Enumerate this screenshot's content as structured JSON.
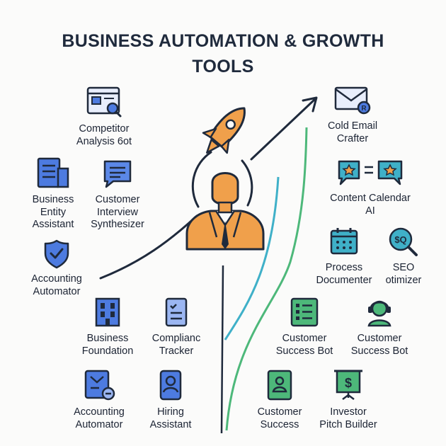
{
  "title": {
    "line1": "BUSINESS AUTOMATION & GROWTH",
    "line2": "TOOLS"
  },
  "colors": {
    "navy": "#1f2a3c",
    "blue": "#4d7be0",
    "orange": "#f0a04b",
    "green": "#4db87a",
    "teal": "#3fb0c8"
  },
  "tools": {
    "competitor": {
      "icon": "browser-search-icon",
      "l1": "Competitor",
      "l2": "Analysis 6ot"
    },
    "entity": {
      "icon": "building-document-icon",
      "l1": "Business",
      "l2": "Entity",
      "l3": "Assistant"
    },
    "interview": {
      "icon": "chat-bubble-icon",
      "l1": "Customer",
      "l2": "Interview",
      "l3": "Synthesizer"
    },
    "accounting1": {
      "icon": "shield-check-icon",
      "l1": "Accounting",
      "l2": "Automator"
    },
    "foundation": {
      "icon": "building-icon",
      "l1": "Business",
      "l2": "Foundation"
    },
    "compliance": {
      "icon": "checklist-document-icon",
      "l1": "Complianc",
      "l2": "Tracker"
    },
    "accounting2": {
      "icon": "checklist-minus-icon",
      "l1": "Accounting",
      "l2": "Automator"
    },
    "hiring": {
      "icon": "id-badge-icon",
      "l1": "Hiring",
      "l2": "Assistant"
    },
    "coldemail": {
      "icon": "envelope-icon",
      "l1": "Cold Email",
      "l2": "Crafter"
    },
    "calendar_ai": {
      "icon": "star-chat-bubbles-icon",
      "l1": "Content Calendar",
      "l2": "AI"
    },
    "process": {
      "icon": "calendar-icon",
      "l1": "Process",
      "l2": "Documenter"
    },
    "seo": {
      "icon": "magnifier-dollar-icon",
      "l1": "SEO",
      "l2": "otimizer"
    },
    "successbot1": {
      "icon": "checklist-board-icon",
      "l1": "Customer",
      "l2": "Success Bot"
    },
    "successbot2": {
      "icon": "headset-person-icon",
      "l1": "Customer",
      "l2": "Success Bot"
    },
    "success": {
      "icon": "person-card-icon",
      "l1": "Customer",
      "l2": "Success"
    },
    "pitch": {
      "icon": "dollar-presentation-icon",
      "l1": "Investor",
      "l2": "Pitch Builder"
    }
  },
  "center": {
    "figure": "businessman-icon",
    "rocket": "rocket-icon"
  }
}
